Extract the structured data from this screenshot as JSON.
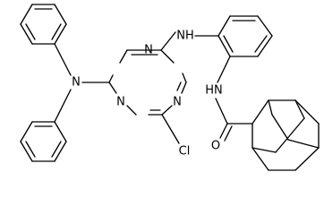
{
  "diagram": {
    "type": "chemical-structure",
    "atom_labels": {
      "n_diphenylamino": "N",
      "n_triazine_1": "N",
      "n_triazine_2": "N",
      "n_triazine_3": "N",
      "nh_anilino": "NH",
      "nh_amide": "HN",
      "o_carbonyl": "O",
      "cl": "Cl"
    }
  }
}
